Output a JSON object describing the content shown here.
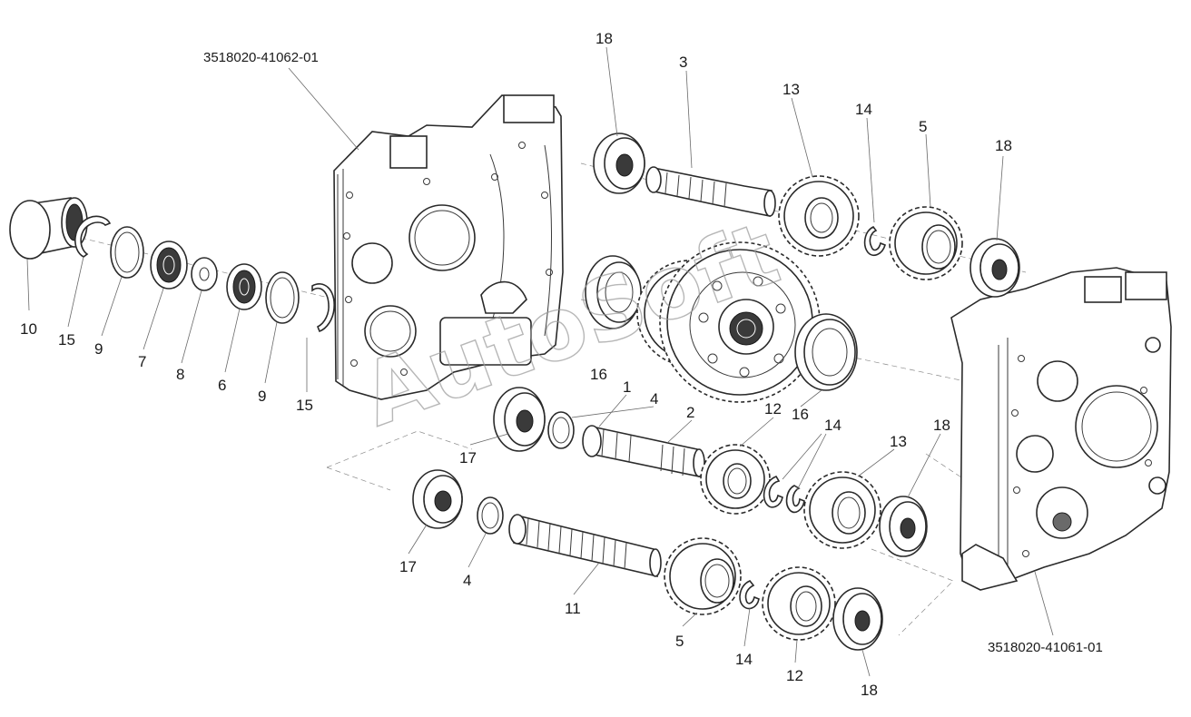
{
  "watermark": "AutoSoft",
  "assembly_codes": {
    "left_housing": "3518020-41062-01",
    "right_housing": "3518020-41061-01"
  },
  "callouts": {
    "c1": "1",
    "c2": "2",
    "c3": "3",
    "c4a": "4",
    "c4b": "4",
    "c5a": "5",
    "c5b": "5",
    "c6": "6",
    "c7": "7",
    "c8": "8",
    "c9a": "9",
    "c9b": "9",
    "c10": "10",
    "c11": "11",
    "c12a": "12",
    "c12b": "12",
    "c13a": "13",
    "c13b": "13",
    "c14a": "14",
    "c14b": "14",
    "c14c": "14",
    "c15a": "15",
    "c15b": "15",
    "c16a": "16",
    "c16b": "16",
    "c17a": "17",
    "c17b": "17",
    "c18a": "18",
    "c18b": "18",
    "c18c": "18",
    "c18d": "18"
  }
}
